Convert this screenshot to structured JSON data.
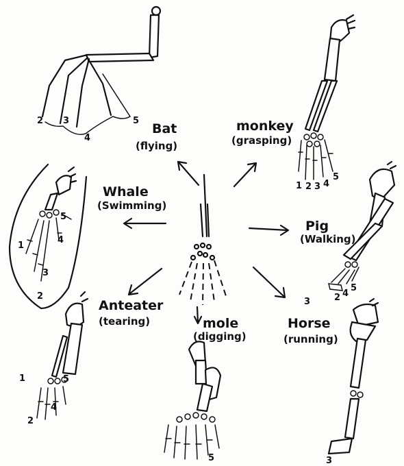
{
  "animals": {
    "bat": {
      "name": "Bat",
      "use": "(flying)",
      "digits": [
        "2",
        "3",
        "4",
        "5"
      ]
    },
    "monkey": {
      "name": "monkey",
      "use": "(grasping)",
      "digits": [
        "1",
        "2",
        "3",
        "4",
        "5"
      ]
    },
    "whale": {
      "name": "Whale",
      "use": "(Swimming)",
      "digits": [
        "5",
        "4",
        "1",
        "3",
        "2"
      ]
    },
    "pig": {
      "name": "Pig",
      "use": "(Walking)",
      "digits": [
        "3",
        "2",
        "4",
        "5"
      ]
    },
    "anteater": {
      "name": "Anteater",
      "use": "(tearing)",
      "digits": [
        "1",
        "5",
        "2",
        "4"
      ]
    },
    "mole": {
      "name": "mole",
      "use": "(digging)",
      "digits": [
        "5"
      ]
    },
    "horse": {
      "name": "Horse",
      "use": "(running)",
      "digits": [
        "3"
      ]
    }
  },
  "colors": {
    "ink": "#111111",
    "paper": "#fdfdfb"
  }
}
